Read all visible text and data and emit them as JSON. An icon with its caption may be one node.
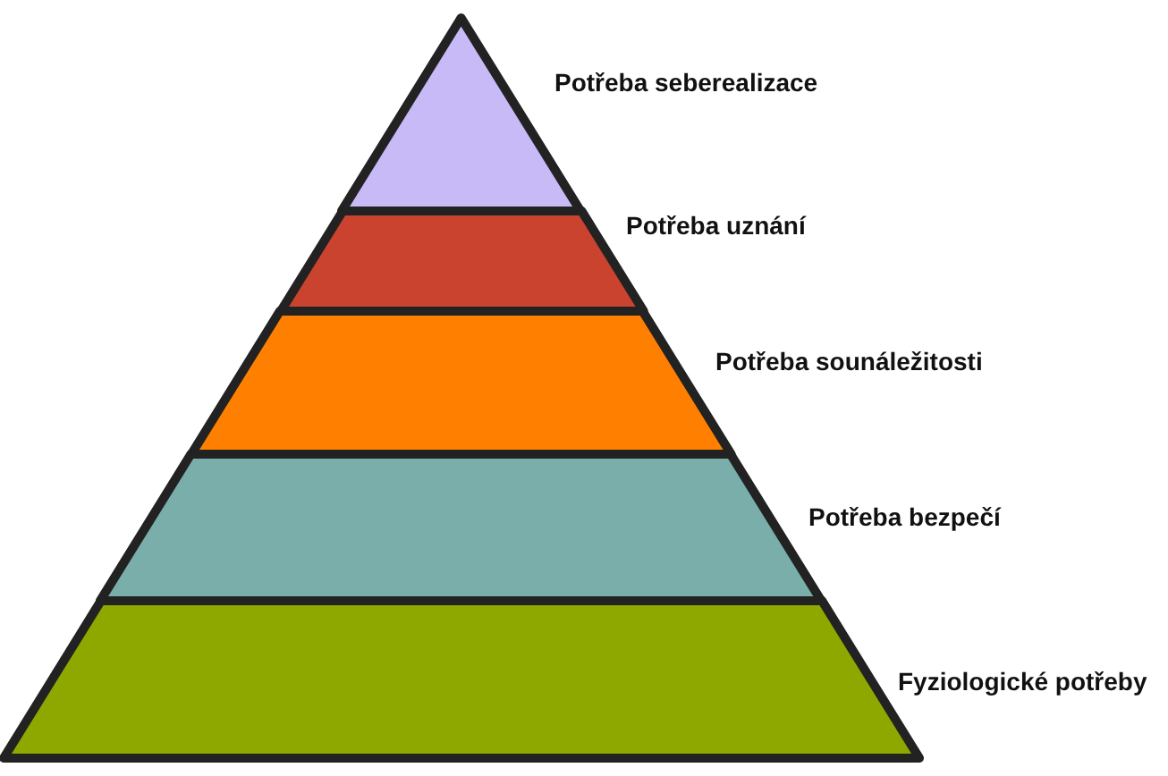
{
  "diagram": {
    "nodes": [
      {
        "text": [],
        "shape": "triangle",
        "beside": [
          "Potřeba seberealizace"
        ]
      },
      {
        "text": [],
        "shape": "band",
        "beside": [
          "Potřeba uznání"
        ]
      },
      {
        "text": [],
        "shape": "band",
        "beside": [
          "Potřeba sounáležitosti"
        ]
      },
      {
        "text": [],
        "shape": "band",
        "beside": [
          "Potřeba bezpečí"
        ]
      },
      {
        "text": [],
        "shape": "band",
        "beside": [
          "Fyziologické potřeby"
        ]
      }
    ]
  }
}
